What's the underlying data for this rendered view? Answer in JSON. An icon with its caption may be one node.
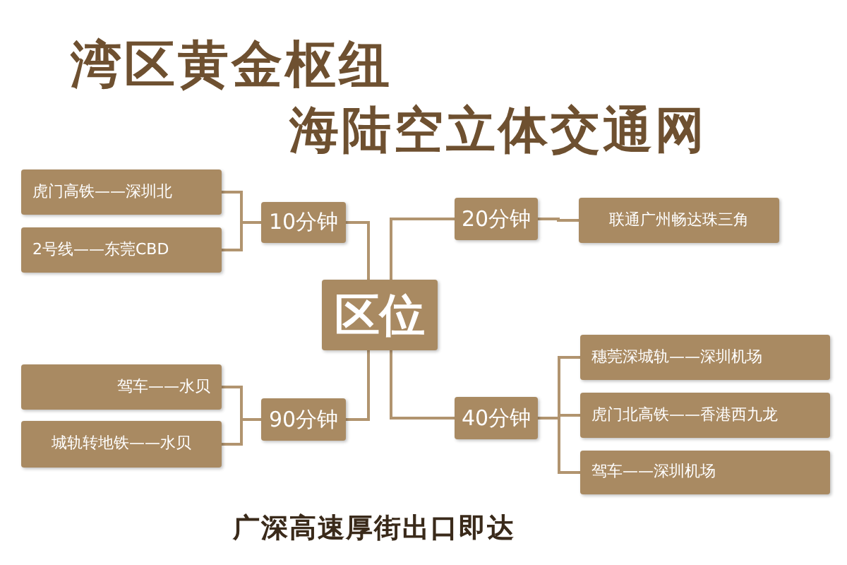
{
  "diagram": {
    "title": "湾区黄金枢纽",
    "nodes": [
      {
        "text": [
          "区位"
        ]
      },
      {
        "text": [
          "10分钟"
        ]
      },
      {
        "text": [
          "20分钟"
        ]
      },
      {
        "text": [
          "90分钟"
        ]
      },
      {
        "text": [
          "40分钟"
        ]
      },
      {
        "text": [
          "虎门高铁——深圳北"
        ]
      },
      {
        "text": [
          "2号线——东莞CBD"
        ]
      },
      {
        "text": [
          "联通广州畅达珠三角"
        ]
      },
      {
        "text": [
          "驾车——水贝"
        ]
      },
      {
        "text": [
          "城轨转地铁——水贝"
        ]
      },
      {
        "text": [
          "穗莞深城轨——深圳机场"
        ]
      },
      {
        "text": [
          "虎门北高铁——香港西九龙"
        ]
      },
      {
        "text": [
          "驾车——深圳机场"
        ]
      }
    ],
    "edges": [
      {
        "from": 0,
        "to": 1,
        "arrow": "none"
      },
      {
        "from": 0,
        "to": 2,
        "arrow": "none"
      },
      {
        "from": 0,
        "to": 3,
        "arrow": "none"
      },
      {
        "from": 0,
        "to": 4,
        "arrow": "none"
      },
      {
        "from": 1,
        "to": 5,
        "arrow": "none"
      },
      {
        "from": 1,
        "to": 6,
        "arrow": "none"
      },
      {
        "from": 2,
        "to": 7,
        "arrow": "none"
      },
      {
        "from": 3,
        "to": 8,
        "arrow": "none"
      },
      {
        "from": 3,
        "to": 9,
        "arrow": "none"
      },
      {
        "from": 4,
        "to": 10,
        "arrow": "none"
      },
      {
        "from": 4,
        "to": 11,
        "arrow": "none"
      },
      {
        "from": 4,
        "to": 12,
        "arrow": "none"
      }
    ],
    "labels": [
      "海陆空立体交通网",
      "广深高速厚街出口即达"
    ]
  }
}
